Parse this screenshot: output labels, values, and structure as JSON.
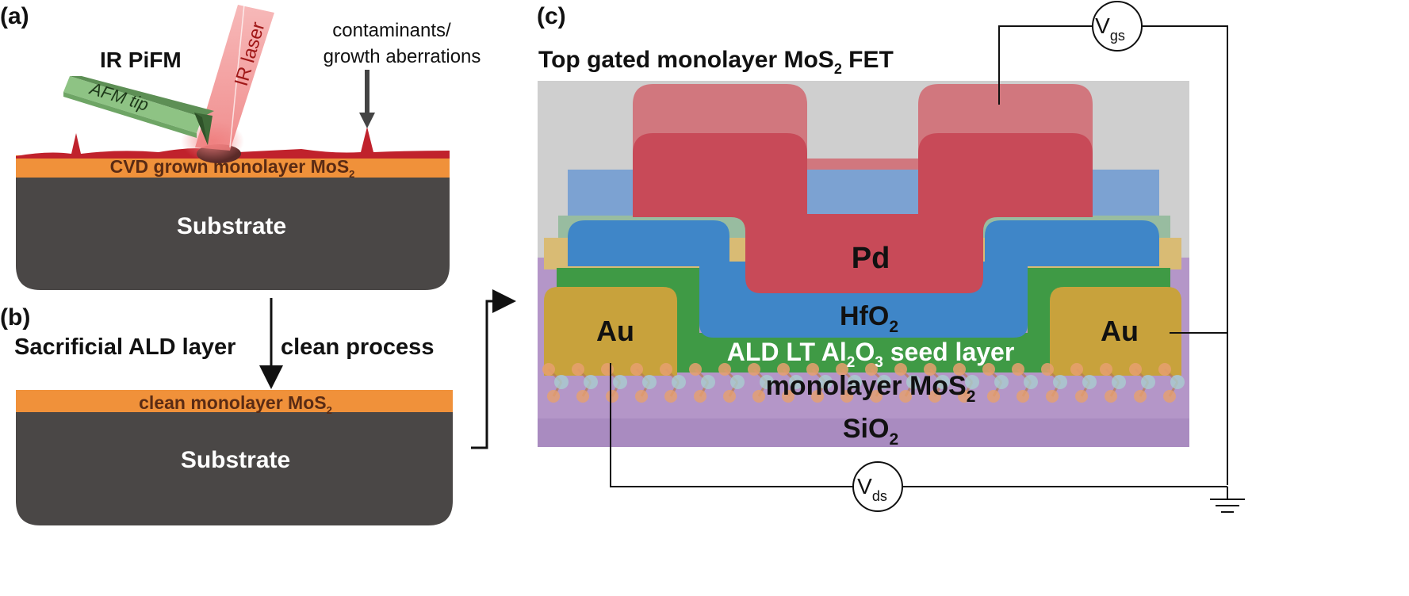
{
  "panel_a": {
    "tag": "(a)",
    "title": "IR PiFM",
    "tip_label": "AFM tip",
    "laser_label": "IR laser",
    "contaminant_line1": "contaminants/",
    "contaminant_line2": "growth aberrations",
    "mos2_layer": {
      "main": "CVD grown monolayer MoS",
      "sub": "2"
    },
    "substrate": "Substrate"
  },
  "panel_b": {
    "tag": "(b)",
    "process_left": "Sacrificial ALD layer",
    "process_right": "clean process",
    "mos2_layer": {
      "main": "clean monolayer MoS",
      "sub": "2"
    },
    "substrate": "Substrate"
  },
  "panel_c": {
    "tag": "(c)",
    "title": {
      "pre": "Top gated monolayer MoS",
      "sub": "2",
      "post": " FET"
    },
    "gate": "Pd",
    "dielectric": {
      "main": "HfO",
      "sub": "2"
    },
    "seed": {
      "pre": "ALD LT Al",
      "sub1": "2",
      "mid": "O",
      "sub2": "3",
      "post": " seed layer"
    },
    "channel": {
      "main": "monolayer MoS",
      "sub": "2"
    },
    "oxide": {
      "main": "SiO",
      "sub": "2"
    },
    "contact_left": "Au",
    "contact_right": "Au",
    "vgs": {
      "main": "V",
      "sub": "gs"
    },
    "vds": {
      "main": "V",
      "sub": "ds"
    }
  },
  "colors": {
    "substrate": "#4a4746",
    "mos2": "#f0913a",
    "contaminant": "#c0222c",
    "afm_tip": "#8ec384",
    "laser": "#f08a8a",
    "pd": "#c84a58",
    "hfo2": "#3f86c8",
    "al2o3": "#3f9a45",
    "au": "#c8a23c",
    "sio2": "#b090c8",
    "encapsulation": "#cccccc"
  }
}
